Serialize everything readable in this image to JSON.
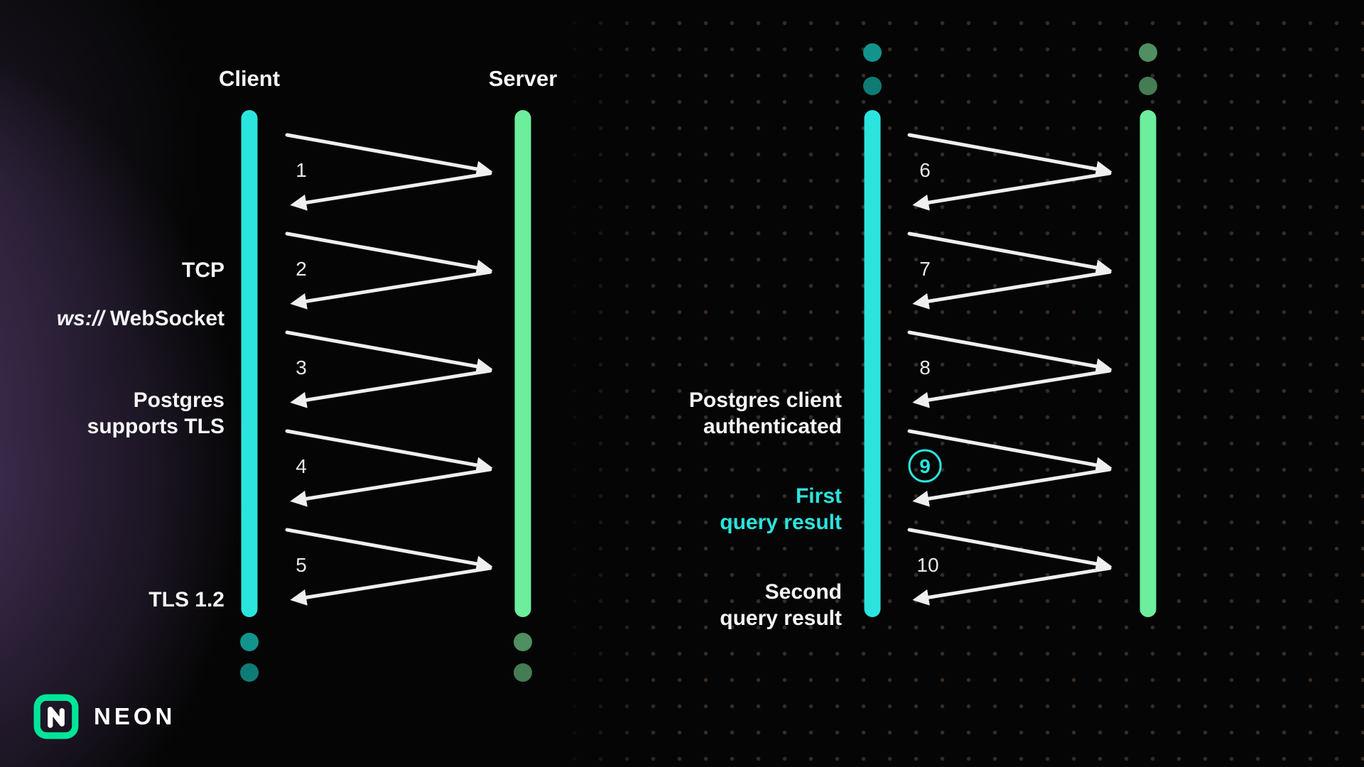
{
  "colors": {
    "cyan": "#2BE4DE",
    "green": "#6CEE9D",
    "arrow": "#EFEFEF",
    "text": "#F4F4F4",
    "background": "#050505",
    "glow_purple": "#8E66BA",
    "dot_grid": "#8A7260",
    "client_dot": "#12948D",
    "client_dot_faded": "#0E7B75",
    "server_dot": "#4F8F60",
    "server_dot_faded": "#447C53",
    "logo_green": "#00E599"
  },
  "left_panel": {
    "client_header": "Client",
    "server_header": "Server",
    "steps": [
      {
        "number": "1"
      },
      {
        "number": "2"
      },
      {
        "number": "3"
      },
      {
        "number": "4"
      },
      {
        "number": "5"
      }
    ],
    "labels": {
      "tcp": "TCP",
      "ws_prefix": "ws://",
      "ws_text": " WebSocket",
      "postgres_line1": "Postgres",
      "postgres_line2": "supports TLS",
      "tls": "TLS 1.2"
    }
  },
  "right_panel": {
    "steps": [
      {
        "number": "6"
      },
      {
        "number": "7"
      },
      {
        "number": "8"
      },
      {
        "number": "9",
        "highlight": true
      },
      {
        "number": "10"
      }
    ],
    "labels": {
      "auth_line1": "Postgres client",
      "auth_line2": "authenticated",
      "first_line1": "First",
      "first_line2": "query result",
      "second_line1": "Second",
      "second_line2": "query result"
    }
  },
  "branding": {
    "wordmark": "NEON"
  }
}
